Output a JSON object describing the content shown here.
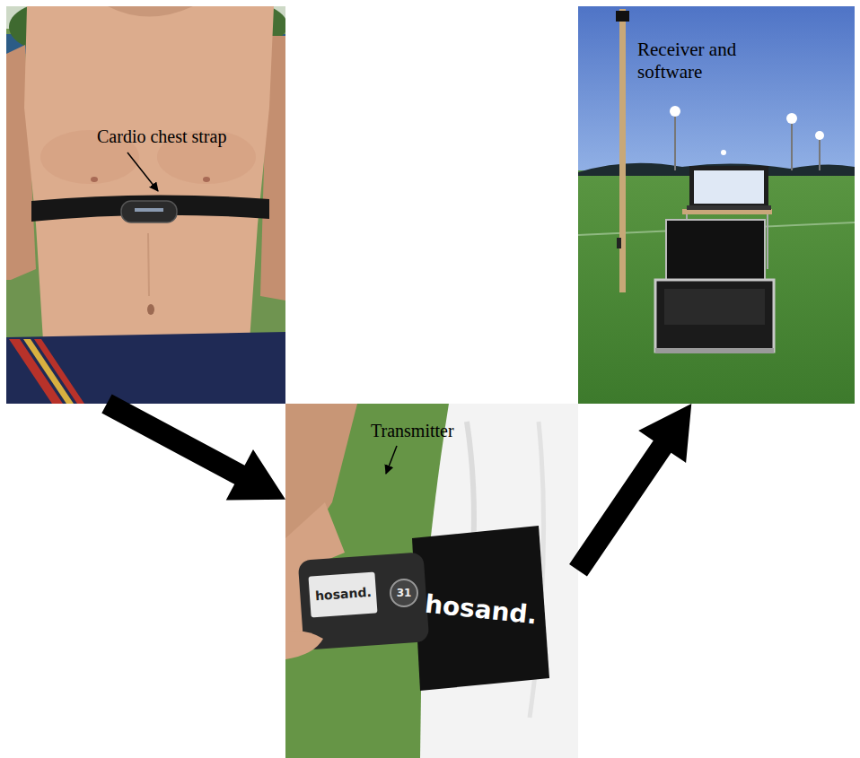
{
  "diagram": {
    "nodes": [
      {
        "text": [
          "Cardio chest strap"
        ]
      },
      {
        "text": [
          "Receiver and software"
        ]
      },
      {
        "text": [
          "Transmitter"
        ]
      }
    ],
    "edges": [
      {
        "from": 0,
        "to": 2,
        "arrow": "to"
      },
      {
        "from": 2,
        "to": 1,
        "arrow": "to"
      }
    ],
    "labels": [
      "hosand.",
      "31",
      "hosand."
    ]
  }
}
